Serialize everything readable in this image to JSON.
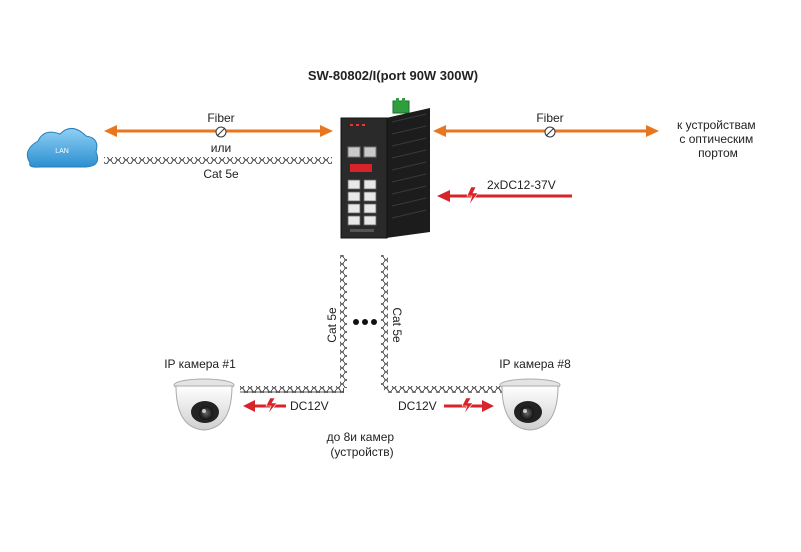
{
  "diagram": {
    "title": "SW-80802/I(port 90W 300W)",
    "lan": {
      "label": "LAN"
    },
    "left_link": {
      "fiber_label": "Fiber",
      "or_label": "или",
      "copper_label": "Cat 5e"
    },
    "right_link": {
      "fiber_label": "Fiber",
      "destination_lines": [
        "к устройствам",
        "с оптическим",
        "портом"
      ]
    },
    "power_input": {
      "label": "2xDC12-37V"
    },
    "drop_cable_left": {
      "label": "Cat 5e"
    },
    "drop_cable_right": {
      "label": "Cat 5e"
    },
    "camera_left": {
      "label": "IP камера #1",
      "power_label": "DC12V"
    },
    "camera_right": {
      "label": "IP камера #8",
      "power_label": "DC12V"
    },
    "footnote_lines": [
      "до 8и камер",
      "(устройств)"
    ],
    "colors": {
      "fiber": "#e8761e",
      "power": "#d9232a",
      "switch_body": "#2a2a2a",
      "terminal": "#2e9e3f",
      "cloud": "#3aa3e0",
      "cable": "#555555"
    }
  }
}
